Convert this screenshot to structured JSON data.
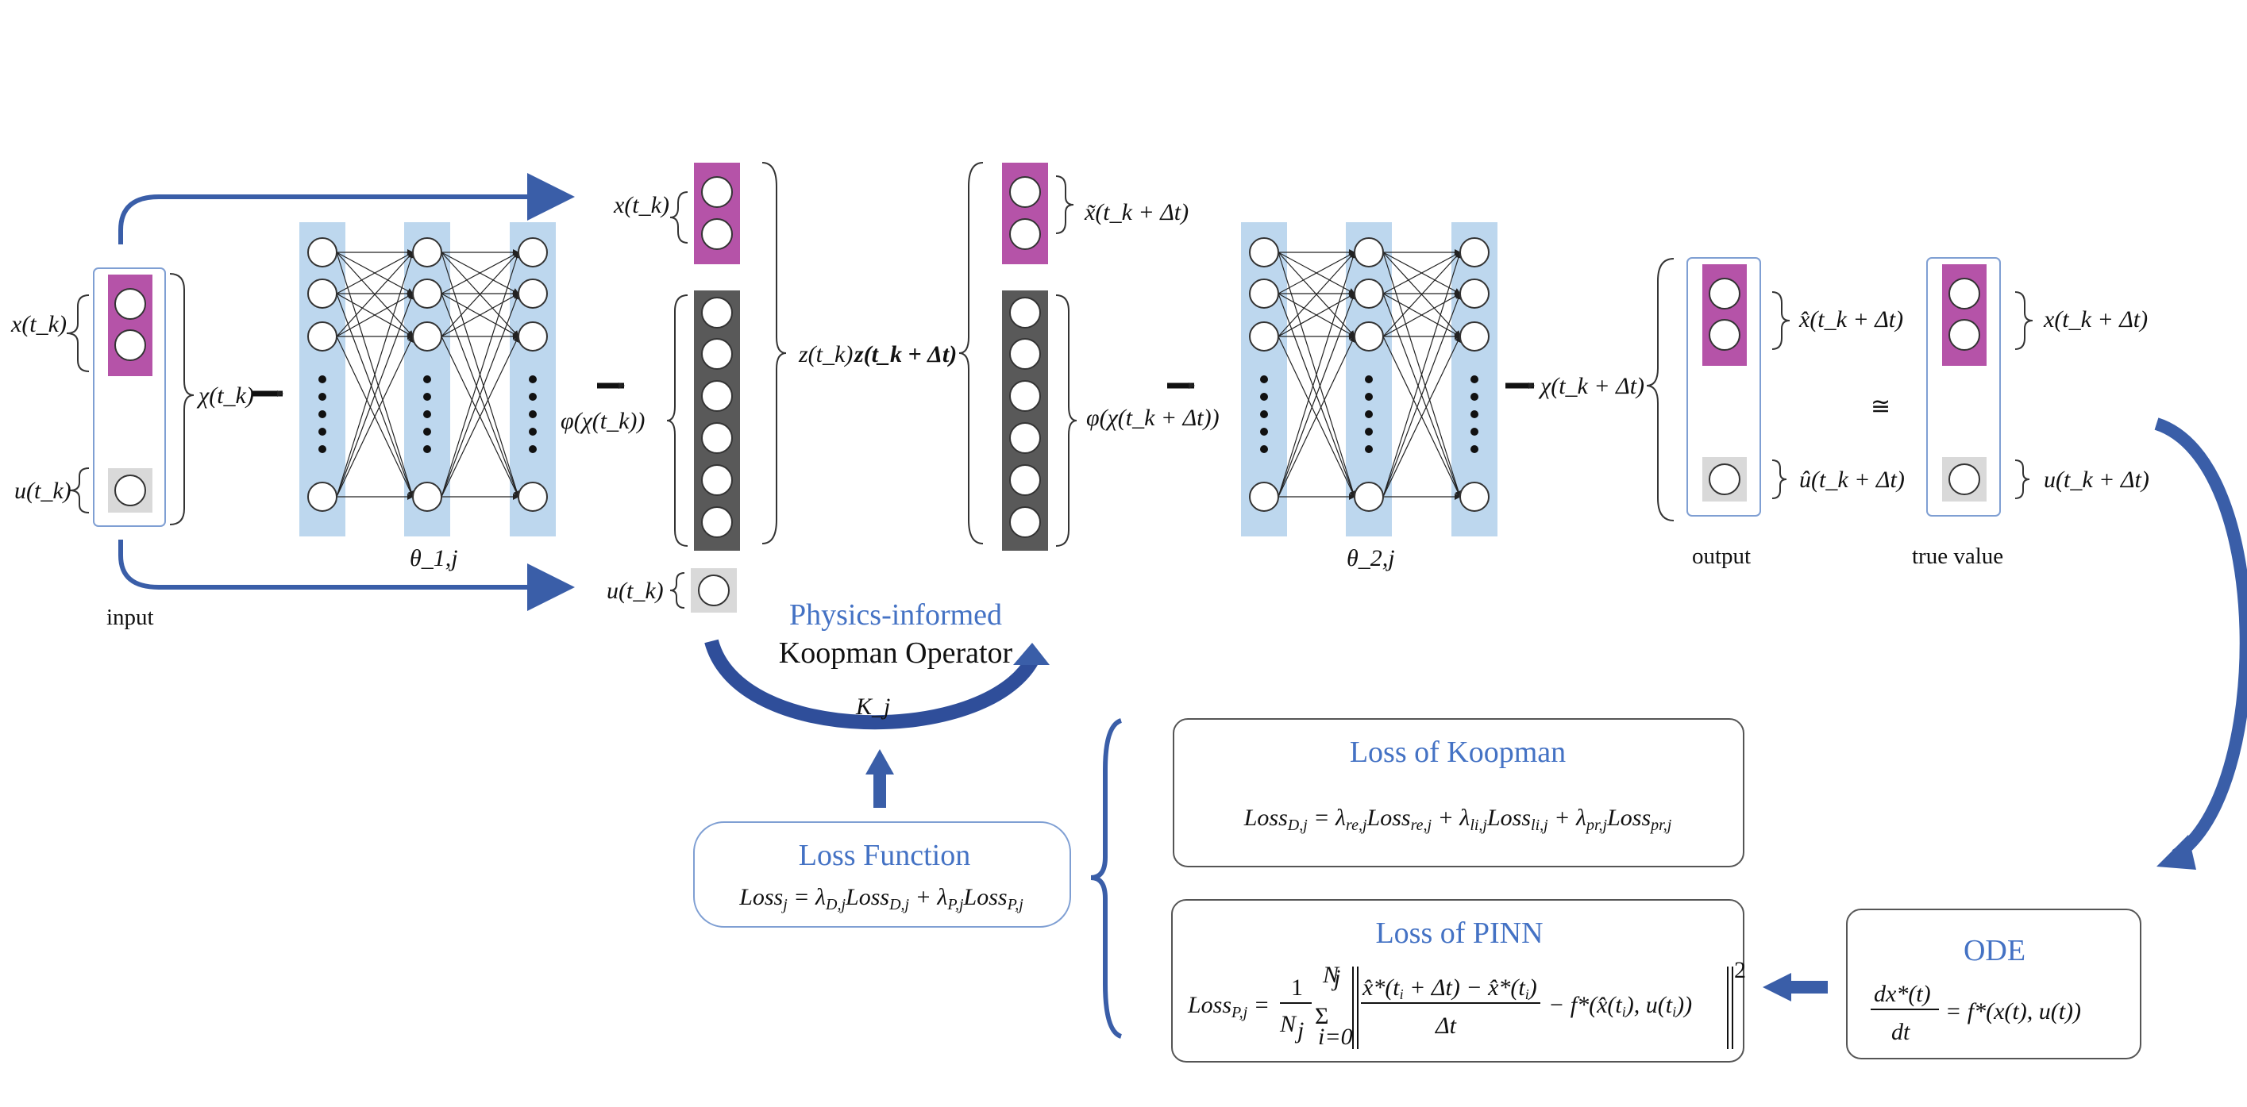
{
  "colors": {
    "accent_blue": "#4472c4",
    "arrow_blue": "#3a5ea8",
    "layer_blue": "#bdd7ee",
    "state_magenta": "#b553a8",
    "lift_dark": "#595959",
    "control_gray": "#d9d9d9"
  },
  "input": {
    "x_label": "x(t_k)",
    "u_label": "u(t_k)",
    "chi_label": "χ(t_k)",
    "caption": "input"
  },
  "encoder": {
    "theta_label": "θ_1,j"
  },
  "latent": {
    "x_label": "x(t_k)",
    "phi_label": "φ(χ(t_k))",
    "u_label": "u(t_k)",
    "z_label": "z(t_k)"
  },
  "koopman": {
    "title_line1": "Physics-informed",
    "title_line2": "Koopman Operator",
    "operator_symbol": "K_j"
  },
  "propagated": {
    "z_label": "z(t_k + Δt)",
    "x_label": "x̃(t_k + Δt)",
    "phi_label": "φ(χ(t_k + Δt))"
  },
  "decoder": {
    "theta_label": "θ_2,j",
    "chi_label": "χ(t_k + Δt)"
  },
  "output": {
    "x_label": "x̂(t_k + Δt)",
    "u_label": "û(t_k + Δt)",
    "caption": "output"
  },
  "approx_symbol": "≅",
  "true_value": {
    "x_label": "x(t_k + Δt)",
    "u_label": "u(t_k + Δt)",
    "caption": "true value"
  },
  "loss_function": {
    "title": "Loss Function",
    "formula": "Loss_j = λ_D,j Loss_D,j + λ_P,j Loss_P,j"
  },
  "loss_koopman": {
    "title": "Loss of Koopman",
    "formula": "Loss_D,j = λ_re,j Loss_re,j + λ_li,j Loss_li,j + λ_pr,j Loss_pr,j"
  },
  "loss_pinn": {
    "title": "Loss of PINN",
    "formula": "Loss_P,j = 1/N_j Σ_{i=0}^{N_j} ‖ (x̂*(t_i + Δt) − x̂*(t_i)) / Δt − f*(x̂(t_i), u(t_i)) ‖²"
  },
  "ode": {
    "title": "ODE",
    "formula": "dx*(t)/dt = f*(x(t), u(t))"
  }
}
